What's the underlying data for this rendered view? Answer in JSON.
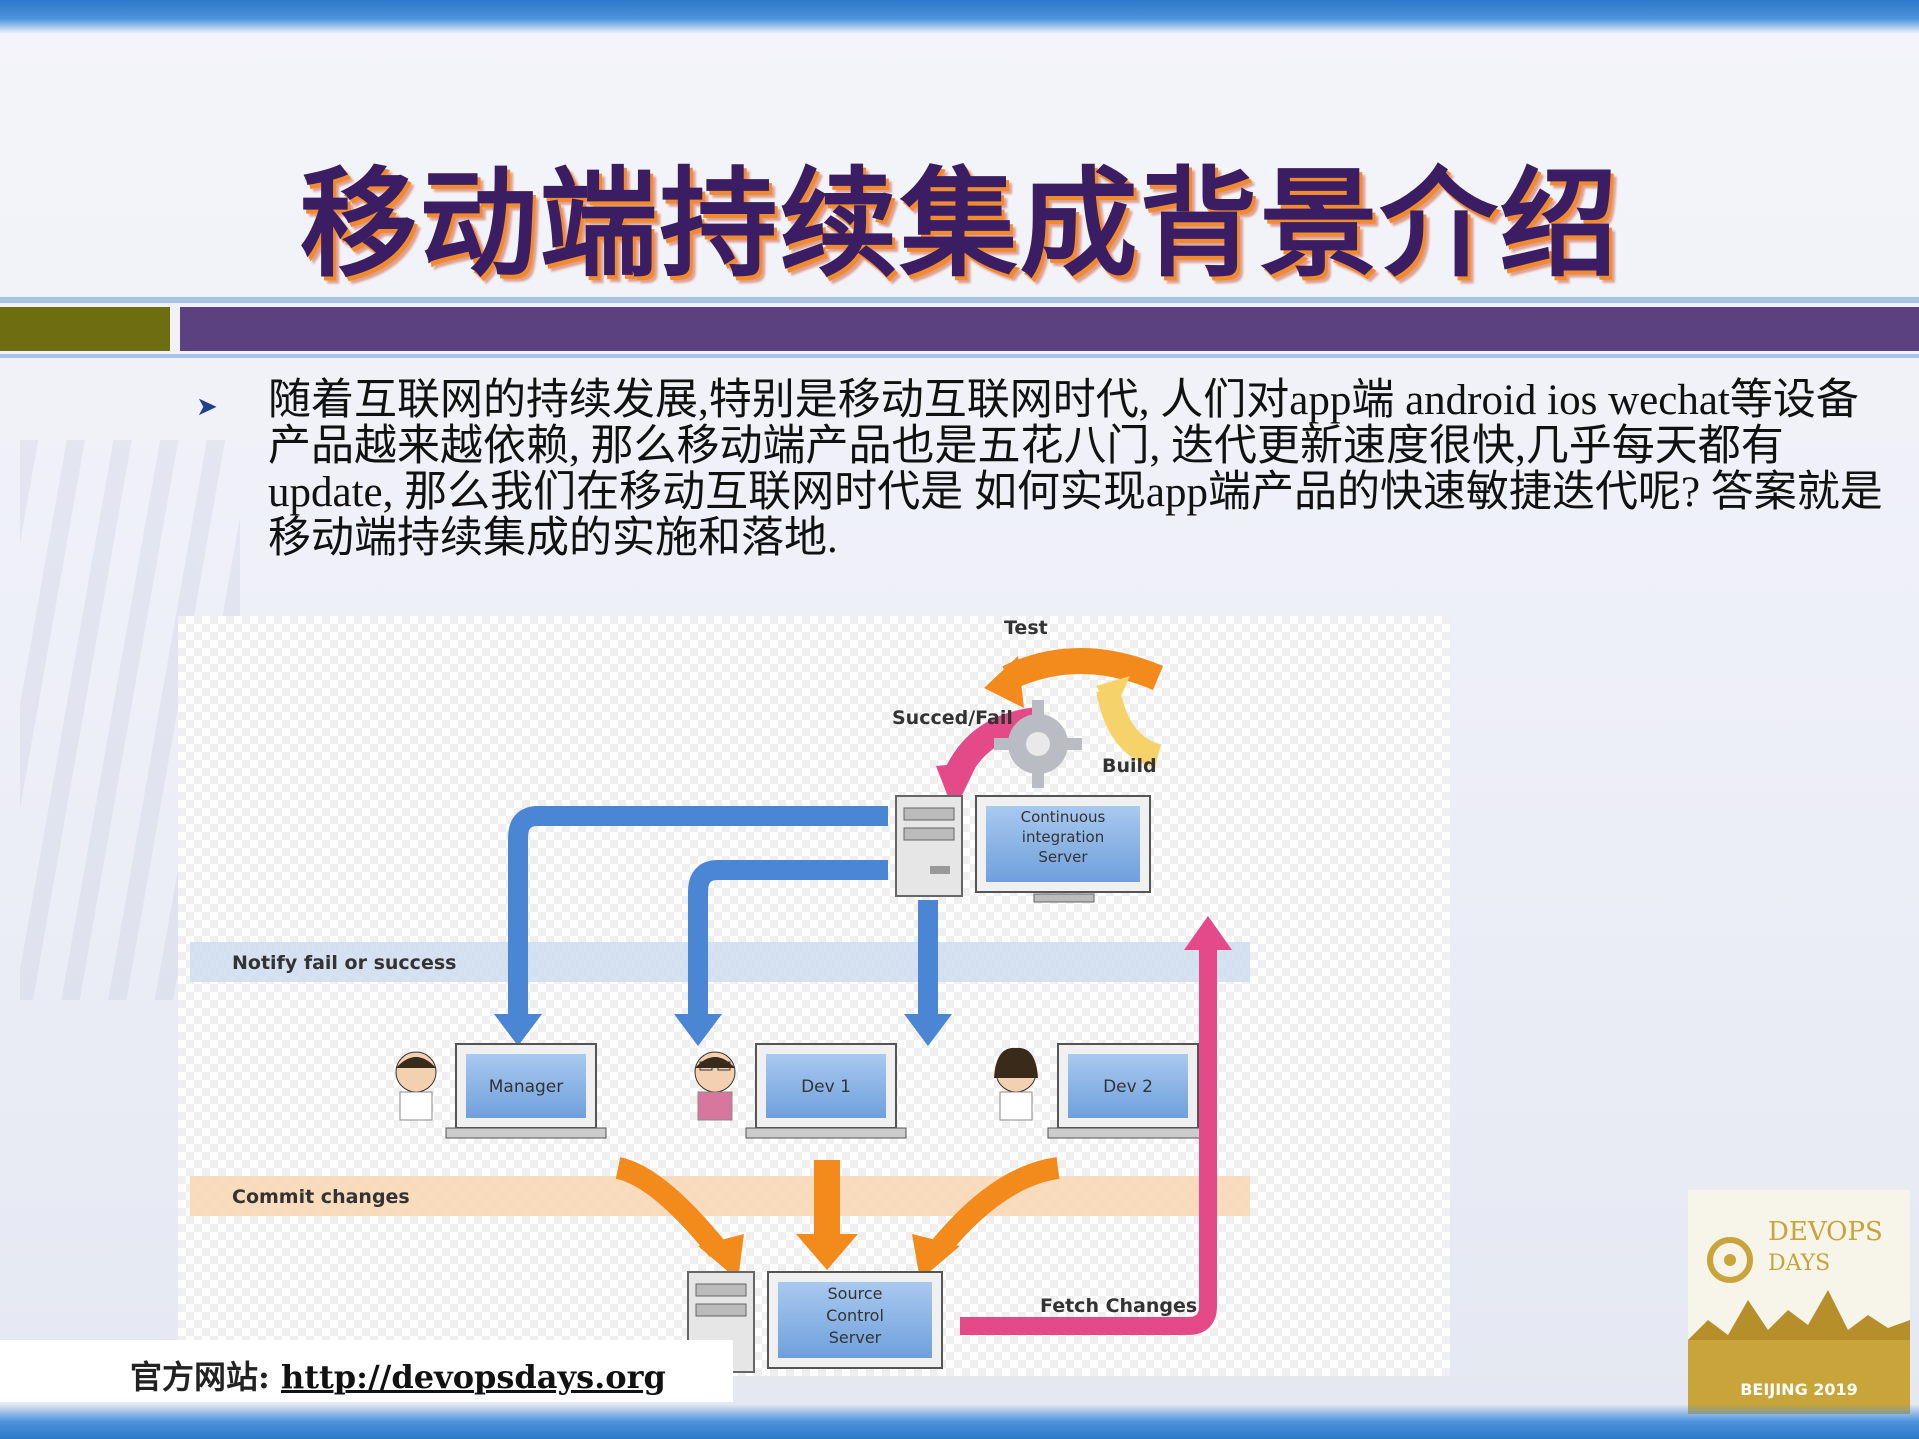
{
  "title": "移动端持续集成背景介绍",
  "paragraph": "随着互联网的持续发展,特别是移动互联网时代, 人们对app端 android ios wechat等设备产品越来越依赖, 那么移动端产品也是五花八门, 迭代更新速度很快,几乎每天都有update, 那么我们在移动互联网时代是 如何实现app端产品的快速敏捷迭代呢? 答案就是移动端持续集成的实施和落地.",
  "diagram": {
    "test": "Test",
    "succeed_fail": "Succed/Fail",
    "build": "Build",
    "ci_server": [
      "Continuous",
      "integration",
      "Server"
    ],
    "notify": "Notify fail or success",
    "manager": "Manager",
    "dev1": "Dev 1",
    "dev2": "Dev 2",
    "commit": "Commit changes",
    "source_server": [
      "Source",
      "Control",
      "Server"
    ],
    "fetch": "Fetch Changes"
  },
  "footer": {
    "label": "官方网站:",
    "url": "http://devopsdays.org"
  },
  "logo": {
    "line1": "DEVOPS",
    "line2": "DAYS",
    "line3": "BEIJING 2019"
  },
  "colors": {
    "title": "#3a1d63",
    "title_shadow": "#f28a2e",
    "bar_olive": "#6f6d12",
    "bar_purple": "#5b4180",
    "arrow_blue": "#4a86d4",
    "arrow_orange": "#f28a1c",
    "arrow_pink": "#e54a88",
    "arrow_yellow": "#f6d36a"
  }
}
